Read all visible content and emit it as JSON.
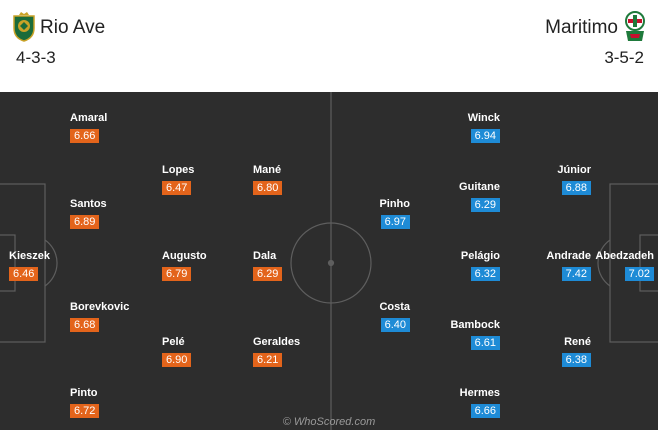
{
  "home": {
    "name": "Rio Ave",
    "formation": "4-3-3",
    "crest_icon": "rio-ave-crest-icon",
    "rating_color": "#e3641b",
    "players": [
      {
        "name": "Kieszek",
        "rating": "6.46"
      },
      {
        "name": "Amaral",
        "rating": "6.66"
      },
      {
        "name": "Santos",
        "rating": "6.89"
      },
      {
        "name": "Borevkovic",
        "rating": "6.68"
      },
      {
        "name": "Pinto",
        "rating": "6.72"
      },
      {
        "name": "Lopes",
        "rating": "6.47"
      },
      {
        "name": "Augusto",
        "rating": "6.79"
      },
      {
        "name": "Pelé",
        "rating": "6.90"
      },
      {
        "name": "Mané",
        "rating": "6.80"
      },
      {
        "name": "Dala",
        "rating": "6.29"
      },
      {
        "name": "Geraldes",
        "rating": "6.21"
      }
    ]
  },
  "away": {
    "name": "Maritimo",
    "formation": "3-5-2",
    "crest_icon": "maritimo-crest-icon",
    "rating_color": "#1e8bd6",
    "players": [
      {
        "name": "Abedzadeh",
        "rating": "7.02"
      },
      {
        "name": "Júnior",
        "rating": "6.88"
      },
      {
        "name": "Andrade",
        "rating": "7.42"
      },
      {
        "name": "René",
        "rating": "6.38"
      },
      {
        "name": "Winck",
        "rating": "6.94"
      },
      {
        "name": "Guitane",
        "rating": "6.29"
      },
      {
        "name": "Pelágio",
        "rating": "6.32"
      },
      {
        "name": "Bambock",
        "rating": "6.61"
      },
      {
        "name": "Hermes",
        "rating": "6.66"
      },
      {
        "name": "Pinho",
        "rating": "6.97"
      },
      {
        "name": "Costa",
        "rating": "6.40"
      }
    ]
  },
  "watermark": "© WhoScored.com"
}
